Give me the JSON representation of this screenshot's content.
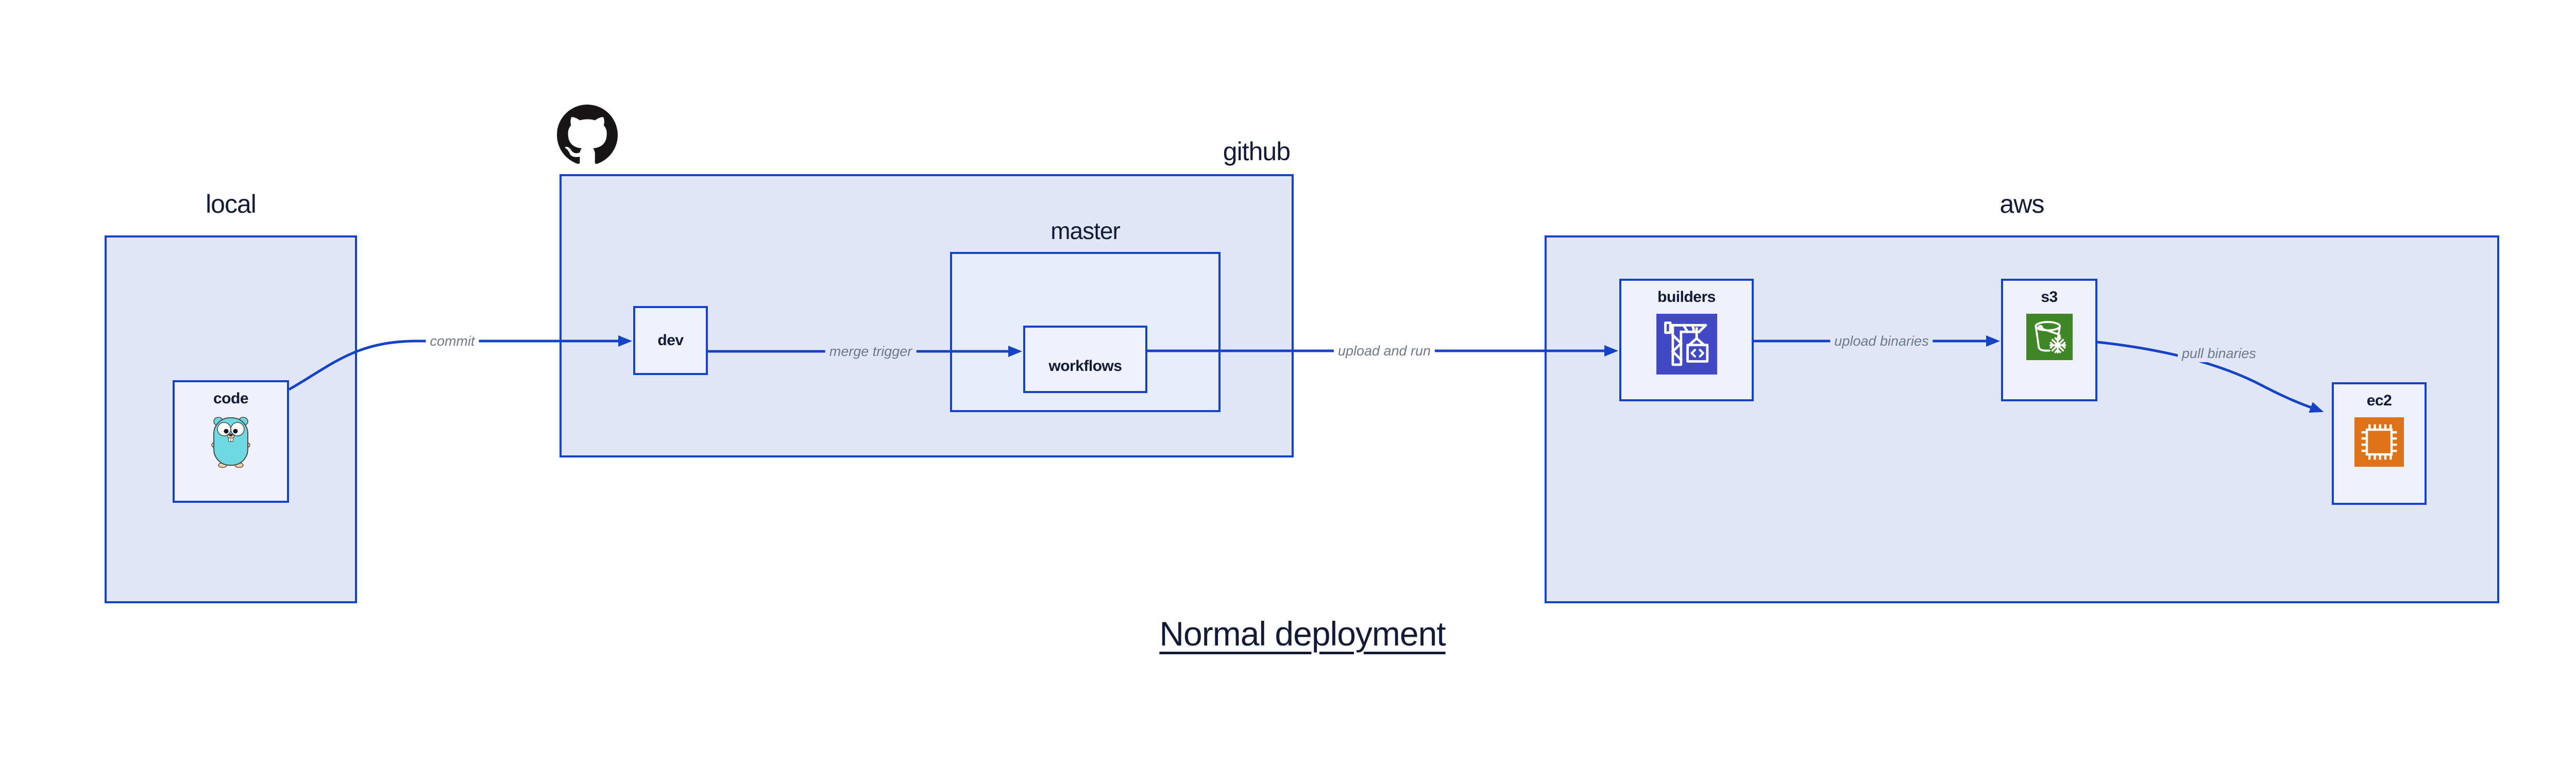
{
  "title": "Normal deployment",
  "sections": {
    "local": {
      "label": "local"
    },
    "github": {
      "label": "github"
    },
    "master": {
      "label": "master"
    },
    "aws": {
      "label": "aws"
    }
  },
  "nodes": {
    "code": {
      "label": "code",
      "icon": "go-gopher-icon"
    },
    "dev": {
      "label": "dev"
    },
    "workflows": {
      "label": "workflows"
    },
    "builders": {
      "label": "builders",
      "icon": "codebuild-crane-icon"
    },
    "s3": {
      "label": "s3",
      "icon": "s3-bucket-snowflake-icon"
    },
    "ec2": {
      "label": "ec2",
      "icon": "ec2-chip-icon"
    }
  },
  "edges": [
    {
      "id": "commit",
      "label": "commit",
      "from": "code",
      "to": "dev"
    },
    {
      "id": "merge-trigger",
      "label": "merge trigger",
      "from": "dev",
      "to": "workflows"
    },
    {
      "id": "upload-and-run",
      "label": "upload and run",
      "from": "workflows",
      "to": "builders"
    },
    {
      "id": "upload-binaries",
      "label": "upload binaries",
      "from": "builders",
      "to": "s3"
    },
    {
      "id": "pull-binaries",
      "label": "pull binaries",
      "from": "s3",
      "to": "ec2"
    }
  ],
  "logo": {
    "name": "github-octocat-logo"
  },
  "colors": {
    "border_blue": "#1443c8",
    "arrow_blue": "#1443c8",
    "section_fill": "#e0e6f8",
    "master_fill": "#e9edfb",
    "node_fill": "#eff2fc",
    "label_gray": "#6f7886",
    "text_dark": "#131b36",
    "builders_icon_bg": "#4249c7",
    "s3_icon_bg": "#3e8626",
    "ec2_icon_bg": "#de7219",
    "gopher_body": "#6fd9e2",
    "octocat_black": "#171515"
  }
}
